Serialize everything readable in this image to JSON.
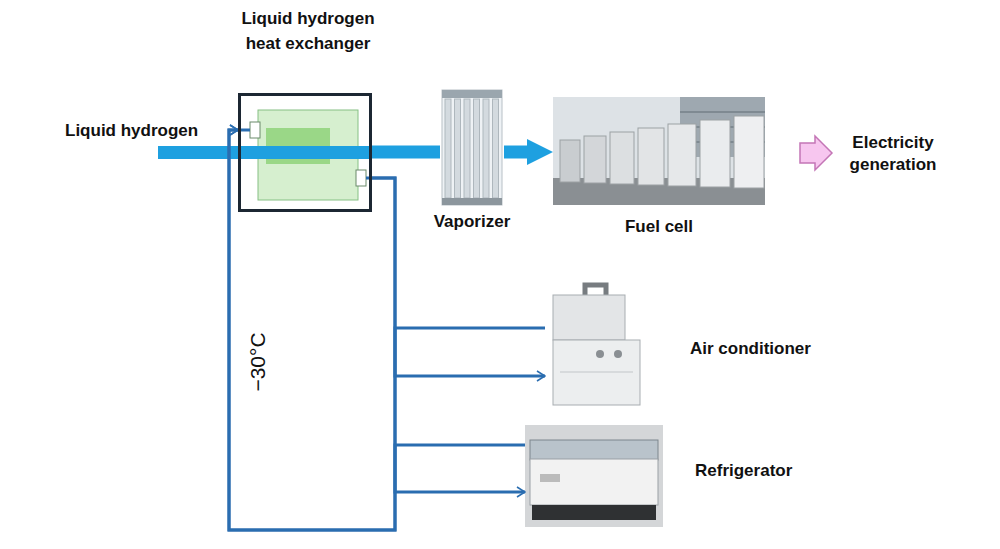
{
  "diagram": {
    "nodes": [
      {
        "text": [
          "Liquid hydrogen heat exchanger"
        ]
      },
      {
        "text": [
          "Vaporizer"
        ]
      },
      {
        "text": [
          "Fuel cell"
        ]
      },
      {
        "text": [
          "Air conditioner"
        ]
      },
      {
        "text": [
          "Refrigerator"
        ]
      }
    ],
    "edges": [
      {
        "from": 0,
        "to": 1,
        "arrow": "none"
      },
      {
        "from": 1,
        "to": 2,
        "arrow": "to"
      },
      {
        "from": 3,
        "to": 0,
        "arrow": "to"
      },
      {
        "from": 0,
        "to": 3,
        "arrow": "to"
      },
      {
        "from": 4,
        "to": 0,
        "arrow": "to"
      },
      {
        "from": 0,
        "to": 4,
        "arrow": "to"
      }
    ],
    "labels": [
      "Liquid hydrogen",
      "Electricity generation",
      "−30°C"
    ]
  }
}
